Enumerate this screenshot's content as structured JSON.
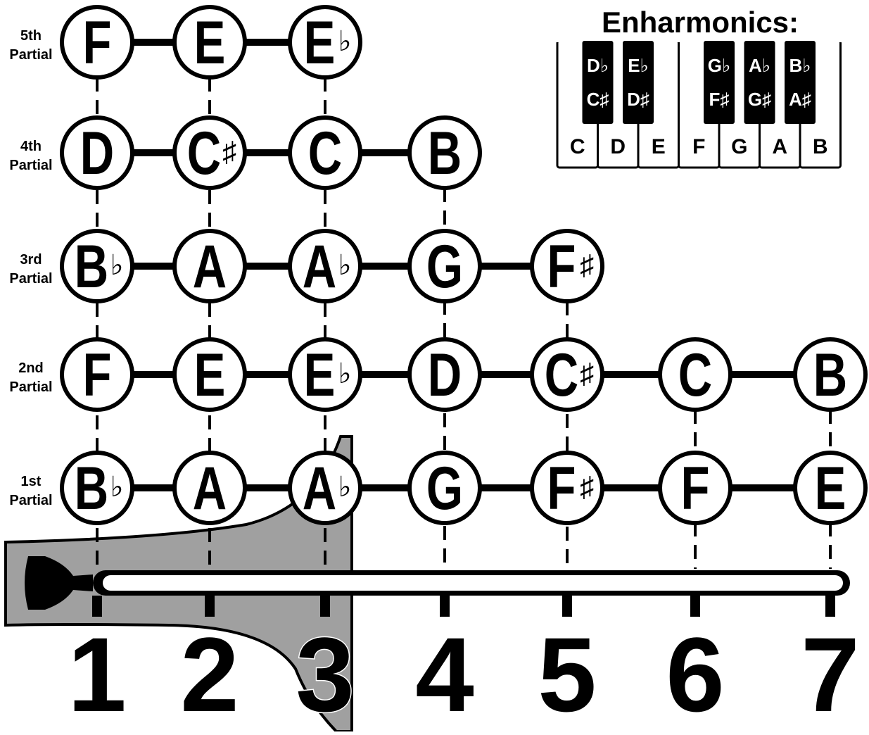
{
  "title": "Enharmonics:",
  "partials": [
    {
      "line1": "5th",
      "line2": "Partial",
      "notes": [
        {
          "n": "F",
          "a": ""
        },
        {
          "n": "E",
          "a": ""
        },
        {
          "n": "E",
          "a": "♭"
        }
      ]
    },
    {
      "line1": "4th",
      "line2": "Partial",
      "notes": [
        {
          "n": "D",
          "a": ""
        },
        {
          "n": "C",
          "a": "♯"
        },
        {
          "n": "C",
          "a": ""
        },
        {
          "n": "B",
          "a": ""
        }
      ]
    },
    {
      "line1": "3rd",
      "line2": "Partial",
      "notes": [
        {
          "n": "B",
          "a": "♭"
        },
        {
          "n": "A",
          "a": ""
        },
        {
          "n": "A",
          "a": "♭"
        },
        {
          "n": "G",
          "a": ""
        },
        {
          "n": "F",
          "a": "♯"
        }
      ]
    },
    {
      "line1": "2nd",
      "line2": "Partial",
      "notes": [
        {
          "n": "F",
          "a": ""
        },
        {
          "n": "E",
          "a": ""
        },
        {
          "n": "E",
          "a": "♭"
        },
        {
          "n": "D",
          "a": ""
        },
        {
          "n": "C",
          "a": "♯"
        },
        {
          "n": "C",
          "a": ""
        },
        {
          "n": "B",
          "a": ""
        }
      ]
    },
    {
      "line1": "1st",
      "line2": "Partial",
      "notes": [
        {
          "n": "B",
          "a": "♭"
        },
        {
          "n": "A",
          "a": ""
        },
        {
          "n": "A",
          "a": "♭"
        },
        {
          "n": "G",
          "a": ""
        },
        {
          "n": "F",
          "a": "♯"
        },
        {
          "n": "F",
          "a": ""
        },
        {
          "n": "E",
          "a": ""
        }
      ]
    }
  ],
  "positions": [
    "1",
    "2",
    "3",
    "4",
    "5",
    "6",
    "7"
  ],
  "keyboard": {
    "white_keys": [
      "C",
      "D",
      "E",
      "F",
      "G",
      "A",
      "B"
    ],
    "black_keys": [
      {
        "top": "D♭",
        "bottom": "C♯"
      },
      {
        "top": "E♭",
        "bottom": "D♯"
      },
      {
        "top": "G♭",
        "bottom": "F♯"
      },
      {
        "top": "A♭",
        "bottom": "G♯"
      },
      {
        "top": "B♭",
        "bottom": "A♯"
      }
    ]
  },
  "colors": {
    "ink": "#000000",
    "paper": "#ffffff",
    "bell": "#a0a0a0"
  }
}
